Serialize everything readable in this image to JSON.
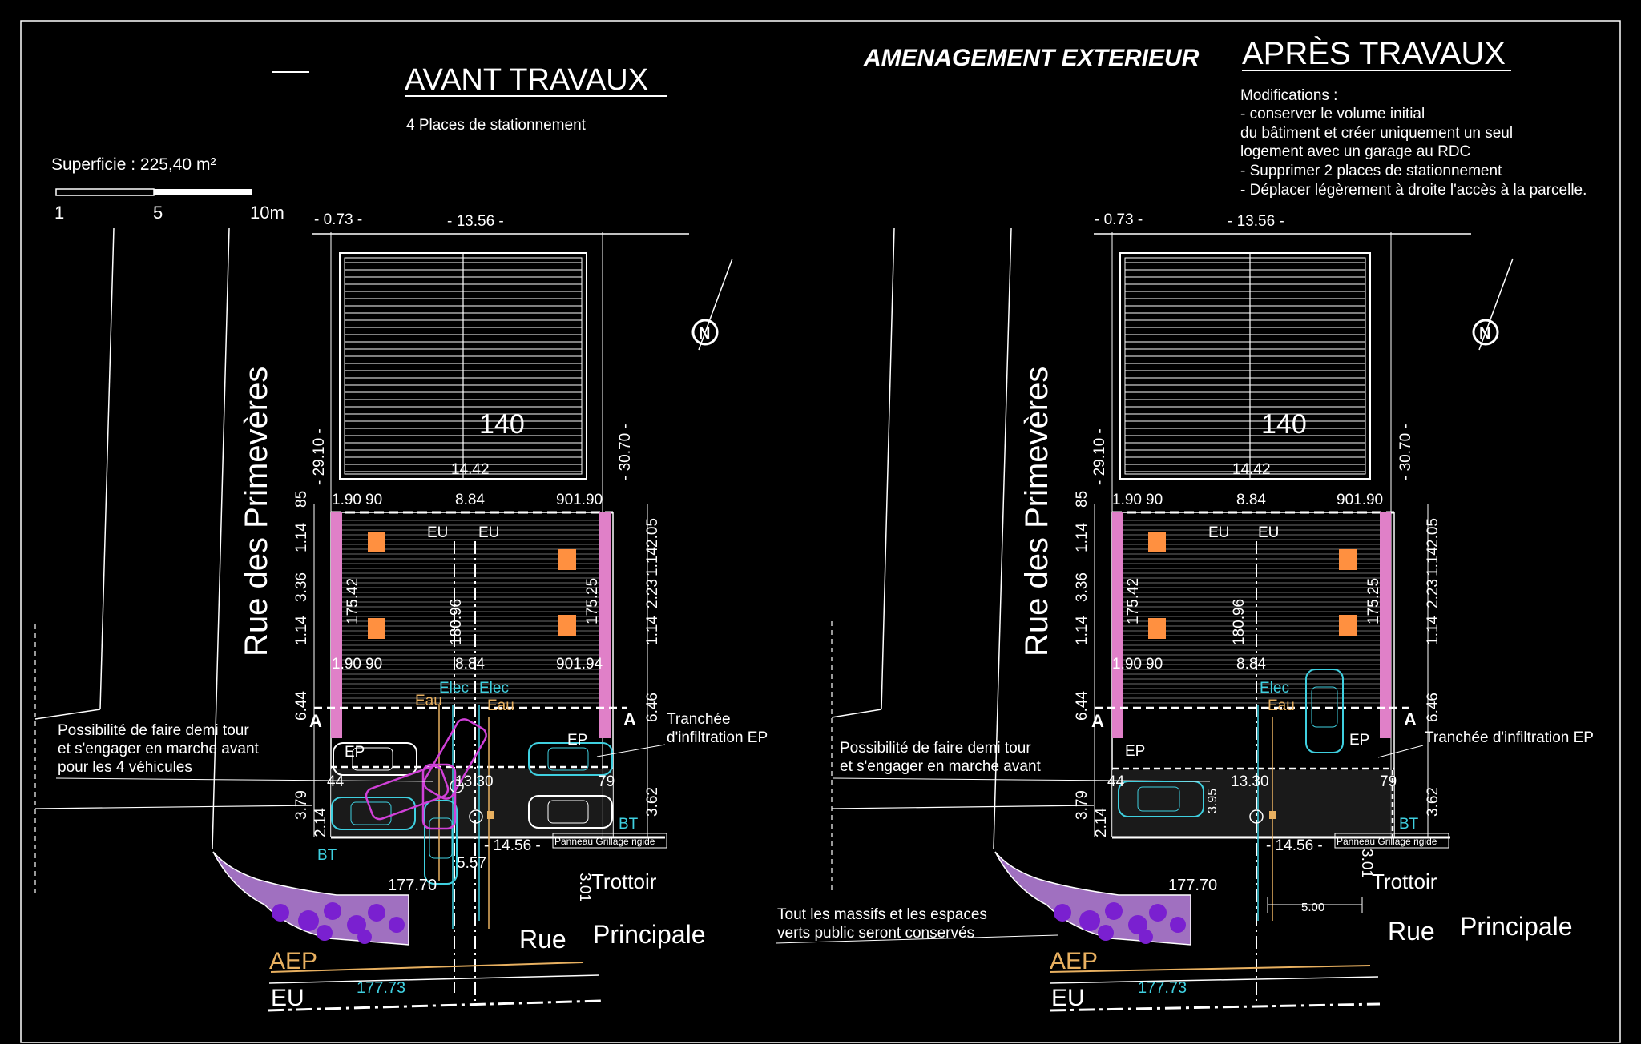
{
  "header": {
    "main_title": "AMENAGEMENT EXTERIEUR",
    "left_title": "AVANT TRAVAUX",
    "left_subtitle": "4 Places de stationnement",
    "right_title": "APRÈS TRAVAUX"
  },
  "info": {
    "area": "Superficie : 225,40 m²",
    "scale_labels": [
      "1",
      "5",
      "10m"
    ]
  },
  "modifications": {
    "heading": "Modifications :",
    "lines": [
      "- conserver le volume initial",
      "du bâtiment et créer uniquement un seul",
      "logement avec un garage au RDC",
      "- Supprimer 2 places de stationnement",
      "- Déplacer légèrement à droite l'accès à la parcelle."
    ]
  },
  "plans": {
    "street_side": "Rue  des  Primevères",
    "street_bottom_a": "Rue",
    "street_bottom_b": "Principale",
    "building_number": "140",
    "sidewalk": "Trottoir",
    "panel": "Panneau Grillage rigide",
    "aep": "AEP",
    "eu": "EU",
    "elec": "Elec",
    "eau": "Eau",
    "ep": "EP",
    "bt": "BT",
    "section": "A",
    "spot_road": "177.70",
    "spot_network": "177.73",
    "spot_left": "175.42",
    "spot_right": "175.25",
    "spot_center": "180.96",
    "trench": [
      "Tranchée",
      "d'infiltration EP"
    ],
    "trench_right": "Tranchée d'infiltration EP",
    "turn_left": [
      "Possibilité de faire demi tour",
      "et s'engager en marche avant",
      "pour les 4 véhicules"
    ],
    "turn_right": [
      "Possibilité de faire demi tour",
      "et s'engager en marche avant"
    ],
    "green_note": [
      "Tout les massifs et les espaces",
      "verts public seront conservés"
    ],
    "dims": {
      "d073": "- 0.73 -",
      "d1356": "- 13.56 -",
      "d2910": "- 29.10 -",
      "d3070": "- 30.70 -",
      "d1442": "14.42",
      "d884": "8.84",
      "d190": "1.90",
      "d90": "90",
      "d901": "901.90",
      "d194": "901.94",
      "d85": "85",
      "d114": "1.14",
      "d336": "3.36",
      "d644": "6.44",
      "d379": "3.79",
      "d214": "2.14",
      "d205": "2.05",
      "d223": "2.23",
      "d646": "6.46",
      "d362": "3.62",
      "d1330": "13.30",
      "d1456": "- 14.56 -",
      "d301": "3.01",
      "d557": "5.57",
      "d395": "3.95",
      "d500": "5.00",
      "d44": "44",
      "d79": "79"
    }
  },
  "colors": {
    "background": "#000000",
    "line": "#ffffff",
    "cyan": "#3fd0e0",
    "orange": "#e8b060",
    "magenta": "#d040d8",
    "pink": "#e080c8",
    "green_area": "#a070c0",
    "light_fill": "#ff9040"
  }
}
